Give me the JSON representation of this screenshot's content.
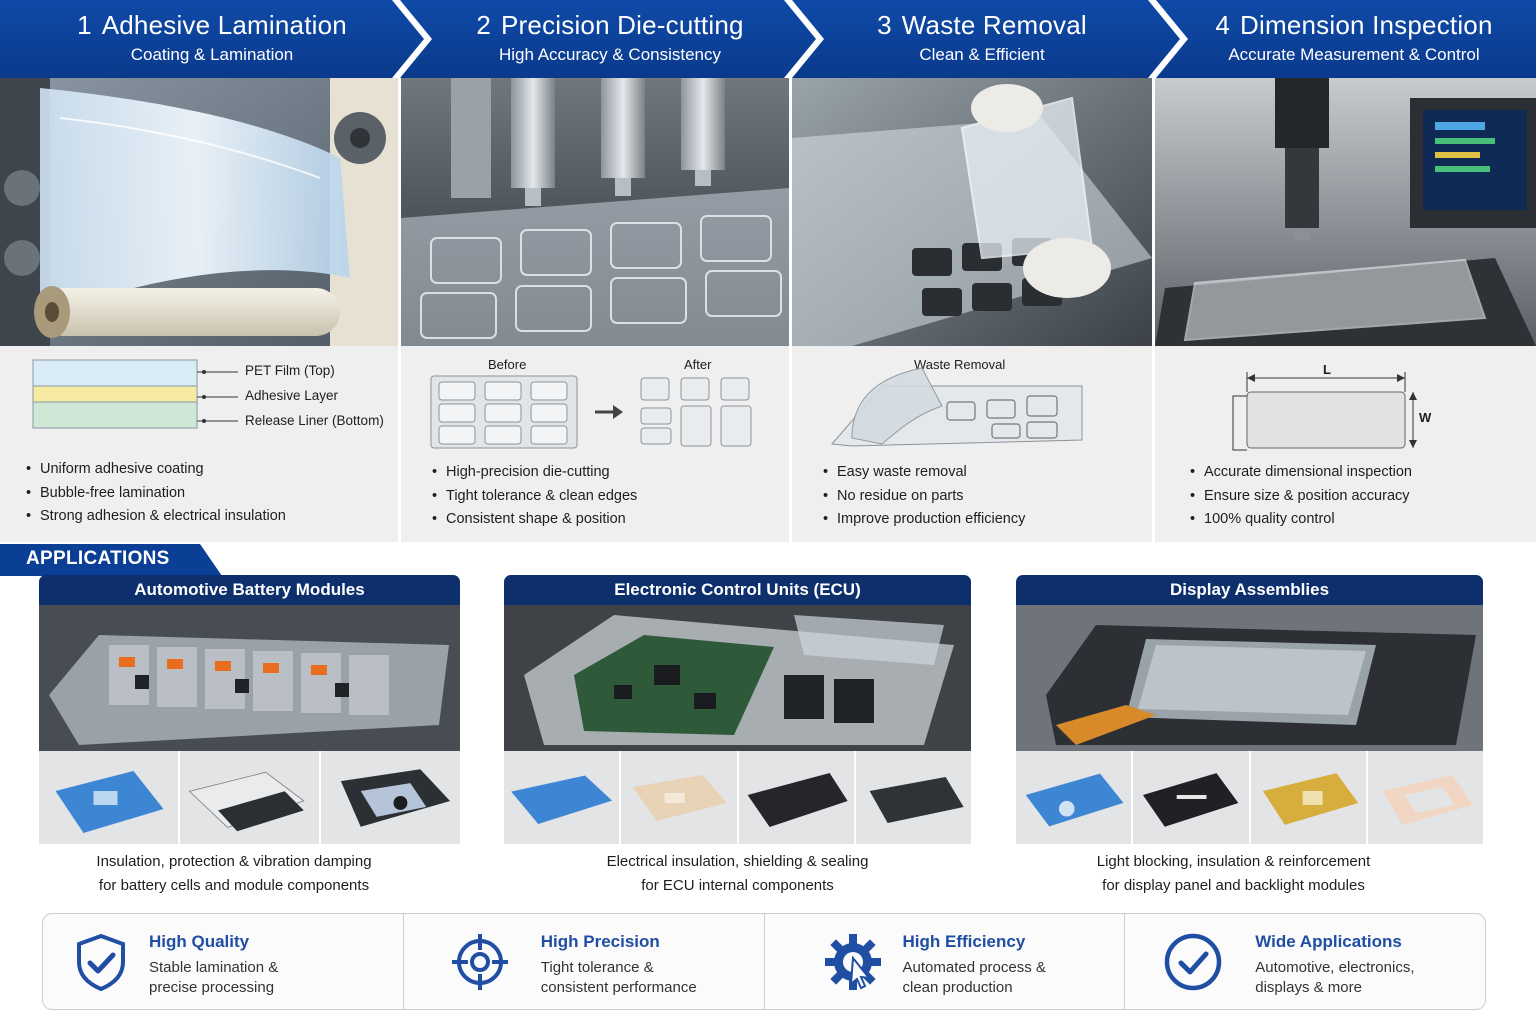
{
  "steps": [
    {
      "number": "1",
      "title": "Adhesive Lamination",
      "subtitle": "Coating & Lamination",
      "bullets": [
        "Uniform adhesive coating",
        "Bubble-free lamination",
        "Strong adhesion & electrical insulation"
      ]
    },
    {
      "number": "2",
      "title": "Precision Die-cutting",
      "subtitle": "High Accuracy & Consistency",
      "bullets": [
        "High-precision die-cutting",
        "Tight tolerance & clean edges",
        "Consistent shape & position"
      ]
    },
    {
      "number": "3",
      "title": "Waste Removal",
      "subtitle": "Clean & Efficient",
      "bullets": [
        "Easy waste removal",
        "No residue on parts",
        "Improve production efficiency"
      ]
    },
    {
      "number": "4",
      "title": "Dimension Inspection",
      "subtitle": "Accurate Measurement & Control",
      "bullets": [
        "Accurate dimensional inspection",
        "Ensure size & position accuracy",
        "100% quality control"
      ]
    }
  ],
  "lamination_layers": [
    "PET Film (Top)",
    "Adhesive Layer",
    "Release Liner (Bottom)"
  ],
  "diecut_labels": {
    "before": "Before",
    "after": "After"
  },
  "waste_label": "Waste Removal",
  "dimension_labels": {
    "length": "L",
    "width": "W"
  },
  "applications_heading": "APPLICATIONS",
  "applications": [
    {
      "title": "Automotive Battery Modules",
      "caption_1": "Insulation, protection & vibration damping",
      "caption_2": "for battery cells and module components"
    },
    {
      "title": "Electronic Control Units (ECU)",
      "caption_1": "Electrical insulation, shielding & sealing",
      "caption_2": "for ECU internal components"
    },
    {
      "title": "Display Assemblies",
      "caption_1": "Light blocking, insulation & reinforcement",
      "caption_2": "for display panel and backlight modules"
    }
  ],
  "features": [
    {
      "icon": "shield-check-icon",
      "title": "High Quality",
      "line_1": "Stable lamination &",
      "line_2": "precise processing"
    },
    {
      "icon": "crosshair-icon",
      "title": "High Precision",
      "line_1": "Tight tolerance &",
      "line_2": "consistent performance"
    },
    {
      "icon": "gear-cursor-icon",
      "title": "High Efficiency",
      "line_1": "Automated process &",
      "line_2": "clean production"
    },
    {
      "icon": "check-circle-icon",
      "title": "Wide Applications",
      "line_1": "Automotive, electronics,",
      "line_2": "displays & more"
    }
  ],
  "colors": {
    "banner_blue": "#0b3f95",
    "navy": "#0d2f6b",
    "accent_blue": "#1f4ea3",
    "panel_gray": "#efefef"
  }
}
